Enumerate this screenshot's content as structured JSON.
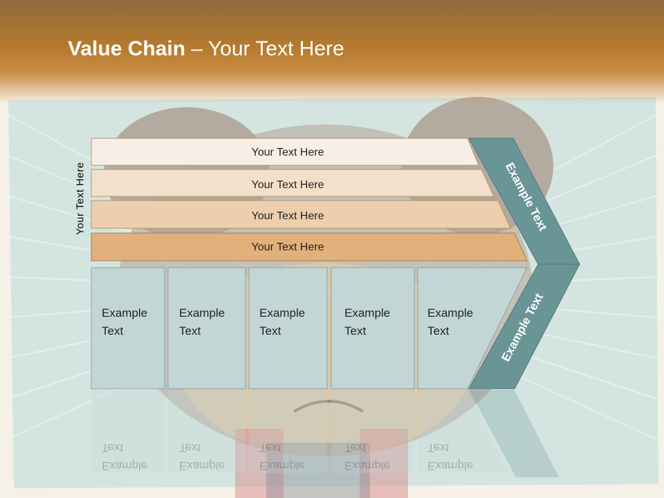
{
  "title": {
    "bold": "Value Chain",
    "rest": " – Your Text Here"
  },
  "side_label": "Your Text Here",
  "bars": [
    {
      "label": "Your Text Here",
      "color": "#f7efe6"
    },
    {
      "label": "Your Text Here",
      "color": "#f3e0cb"
    },
    {
      "label": "Your Text Here",
      "color": "#edcfad"
    },
    {
      "label": "Your Text Here",
      "color": "#e1b07b"
    }
  ],
  "columns": [
    {
      "line1": "Example",
      "line2": "Text"
    },
    {
      "line1": "Example",
      "line2": "Text"
    },
    {
      "line1": "Example",
      "line2": "Text"
    },
    {
      "line1": "Example",
      "line2": "Text"
    },
    {
      "line1": "Example",
      "line2": "Text"
    }
  ],
  "chevron": {
    "upper_label": "Example Text",
    "lower_label": "Example Text",
    "color": "#6a9597"
  },
  "colors": {
    "header": "#b57a2e",
    "box": "#c3d6d6",
    "bar_border": "#b0956e"
  }
}
